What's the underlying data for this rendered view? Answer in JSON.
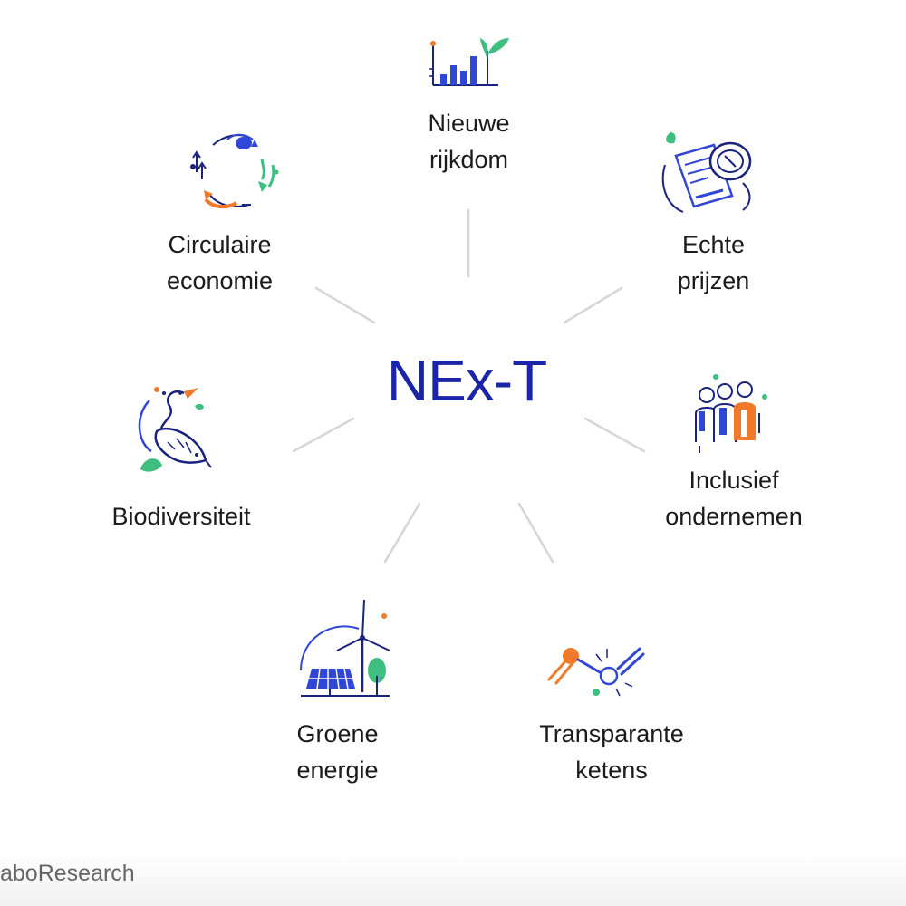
{
  "center": {
    "title": "NEx-T"
  },
  "nodes": [
    {
      "id": "nieuwe-rijkdom",
      "lines": [
        "Nieuwe",
        "rijkdom"
      ],
      "icon": "bar-chart-sprout-icon"
    },
    {
      "id": "echte-prijzen",
      "lines": [
        "Echte",
        "prijzen"
      ],
      "icon": "coin-document-icon"
    },
    {
      "id": "inclusief-ondernemen",
      "lines": [
        "Inclusief",
        "ondernemen"
      ],
      "icon": "people-group-icon"
    },
    {
      "id": "transparante-ketens",
      "lines": [
        "Transparante",
        "ketens"
      ],
      "icon": "linked-nodes-icon"
    },
    {
      "id": "groene-energie",
      "lines": [
        "Groene",
        "energie"
      ],
      "icon": "wind-solar-icon"
    },
    {
      "id": "biodiversiteit",
      "lines": [
        "Biodiversiteit"
      ],
      "icon": "bird-fish-icon"
    },
    {
      "id": "circulaire-economie",
      "lines": [
        "Circulaire",
        "economie"
      ],
      "icon": "circular-arrows-icon"
    }
  ],
  "footer": {
    "brand": "aboResearch"
  },
  "colors": {
    "title": "#1a25a8",
    "icon_blue": "#2f46d6",
    "icon_navy": "#1a237e",
    "icon_green": "#3fbf7f",
    "icon_orange": "#f07a2a",
    "spoke": "#d6d6d6"
  }
}
